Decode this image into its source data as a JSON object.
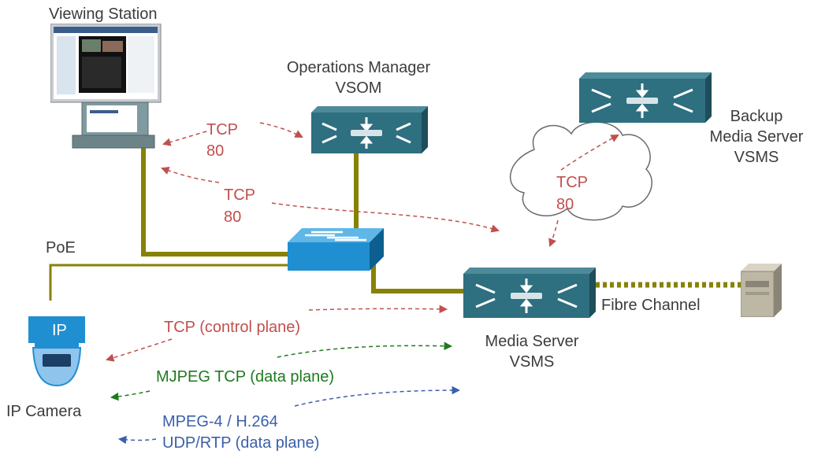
{
  "labels": {
    "viewing_station": "Viewing Station",
    "ops_manager_line1": "Operations Manager",
    "ops_manager_line2": "VSOM",
    "backup_line1": "Backup",
    "backup_line2": "Media Server",
    "backup_line3": "VSMS",
    "poe": "PoE",
    "fibre_channel": "Fibre Channel",
    "media_server_line1": "Media Server",
    "media_server_line2": "VSMS",
    "camera_badge": "IP",
    "ip_camera": "IP Camera"
  },
  "flows": {
    "tcp1_line1": "TCP",
    "tcp1_line2": "80",
    "tcp2_line1": "TCP",
    "tcp2_line2": "80",
    "tcp3_line1": "TCP",
    "tcp3_line2": "80",
    "control_plane": "TCP (control plane)",
    "mjpeg": "MJPEG TCP (data plane)",
    "mpeg_line1": "MPEG-4 / H.264",
    "mpeg_line2": "UDP/RTP  (data plane)"
  },
  "colors": {
    "link": "#878205",
    "tcp": "#c0504d",
    "mjpeg": "#1e7a1e",
    "udp": "#3a5fab",
    "server_face": "#2e6f80",
    "switch_face": "#1f8fd1",
    "camera": "#1f8fd1"
  },
  "icons": {
    "viewing_station": "workstation-icon",
    "ops_manager": "server-appliance-icon",
    "backup_server": "server-appliance-icon",
    "media_server": "server-appliance-icon",
    "switch": "network-switch-icon",
    "camera": "ip-camera-icon",
    "cloud": "network-cloud-icon",
    "storage": "storage-array-icon"
  }
}
